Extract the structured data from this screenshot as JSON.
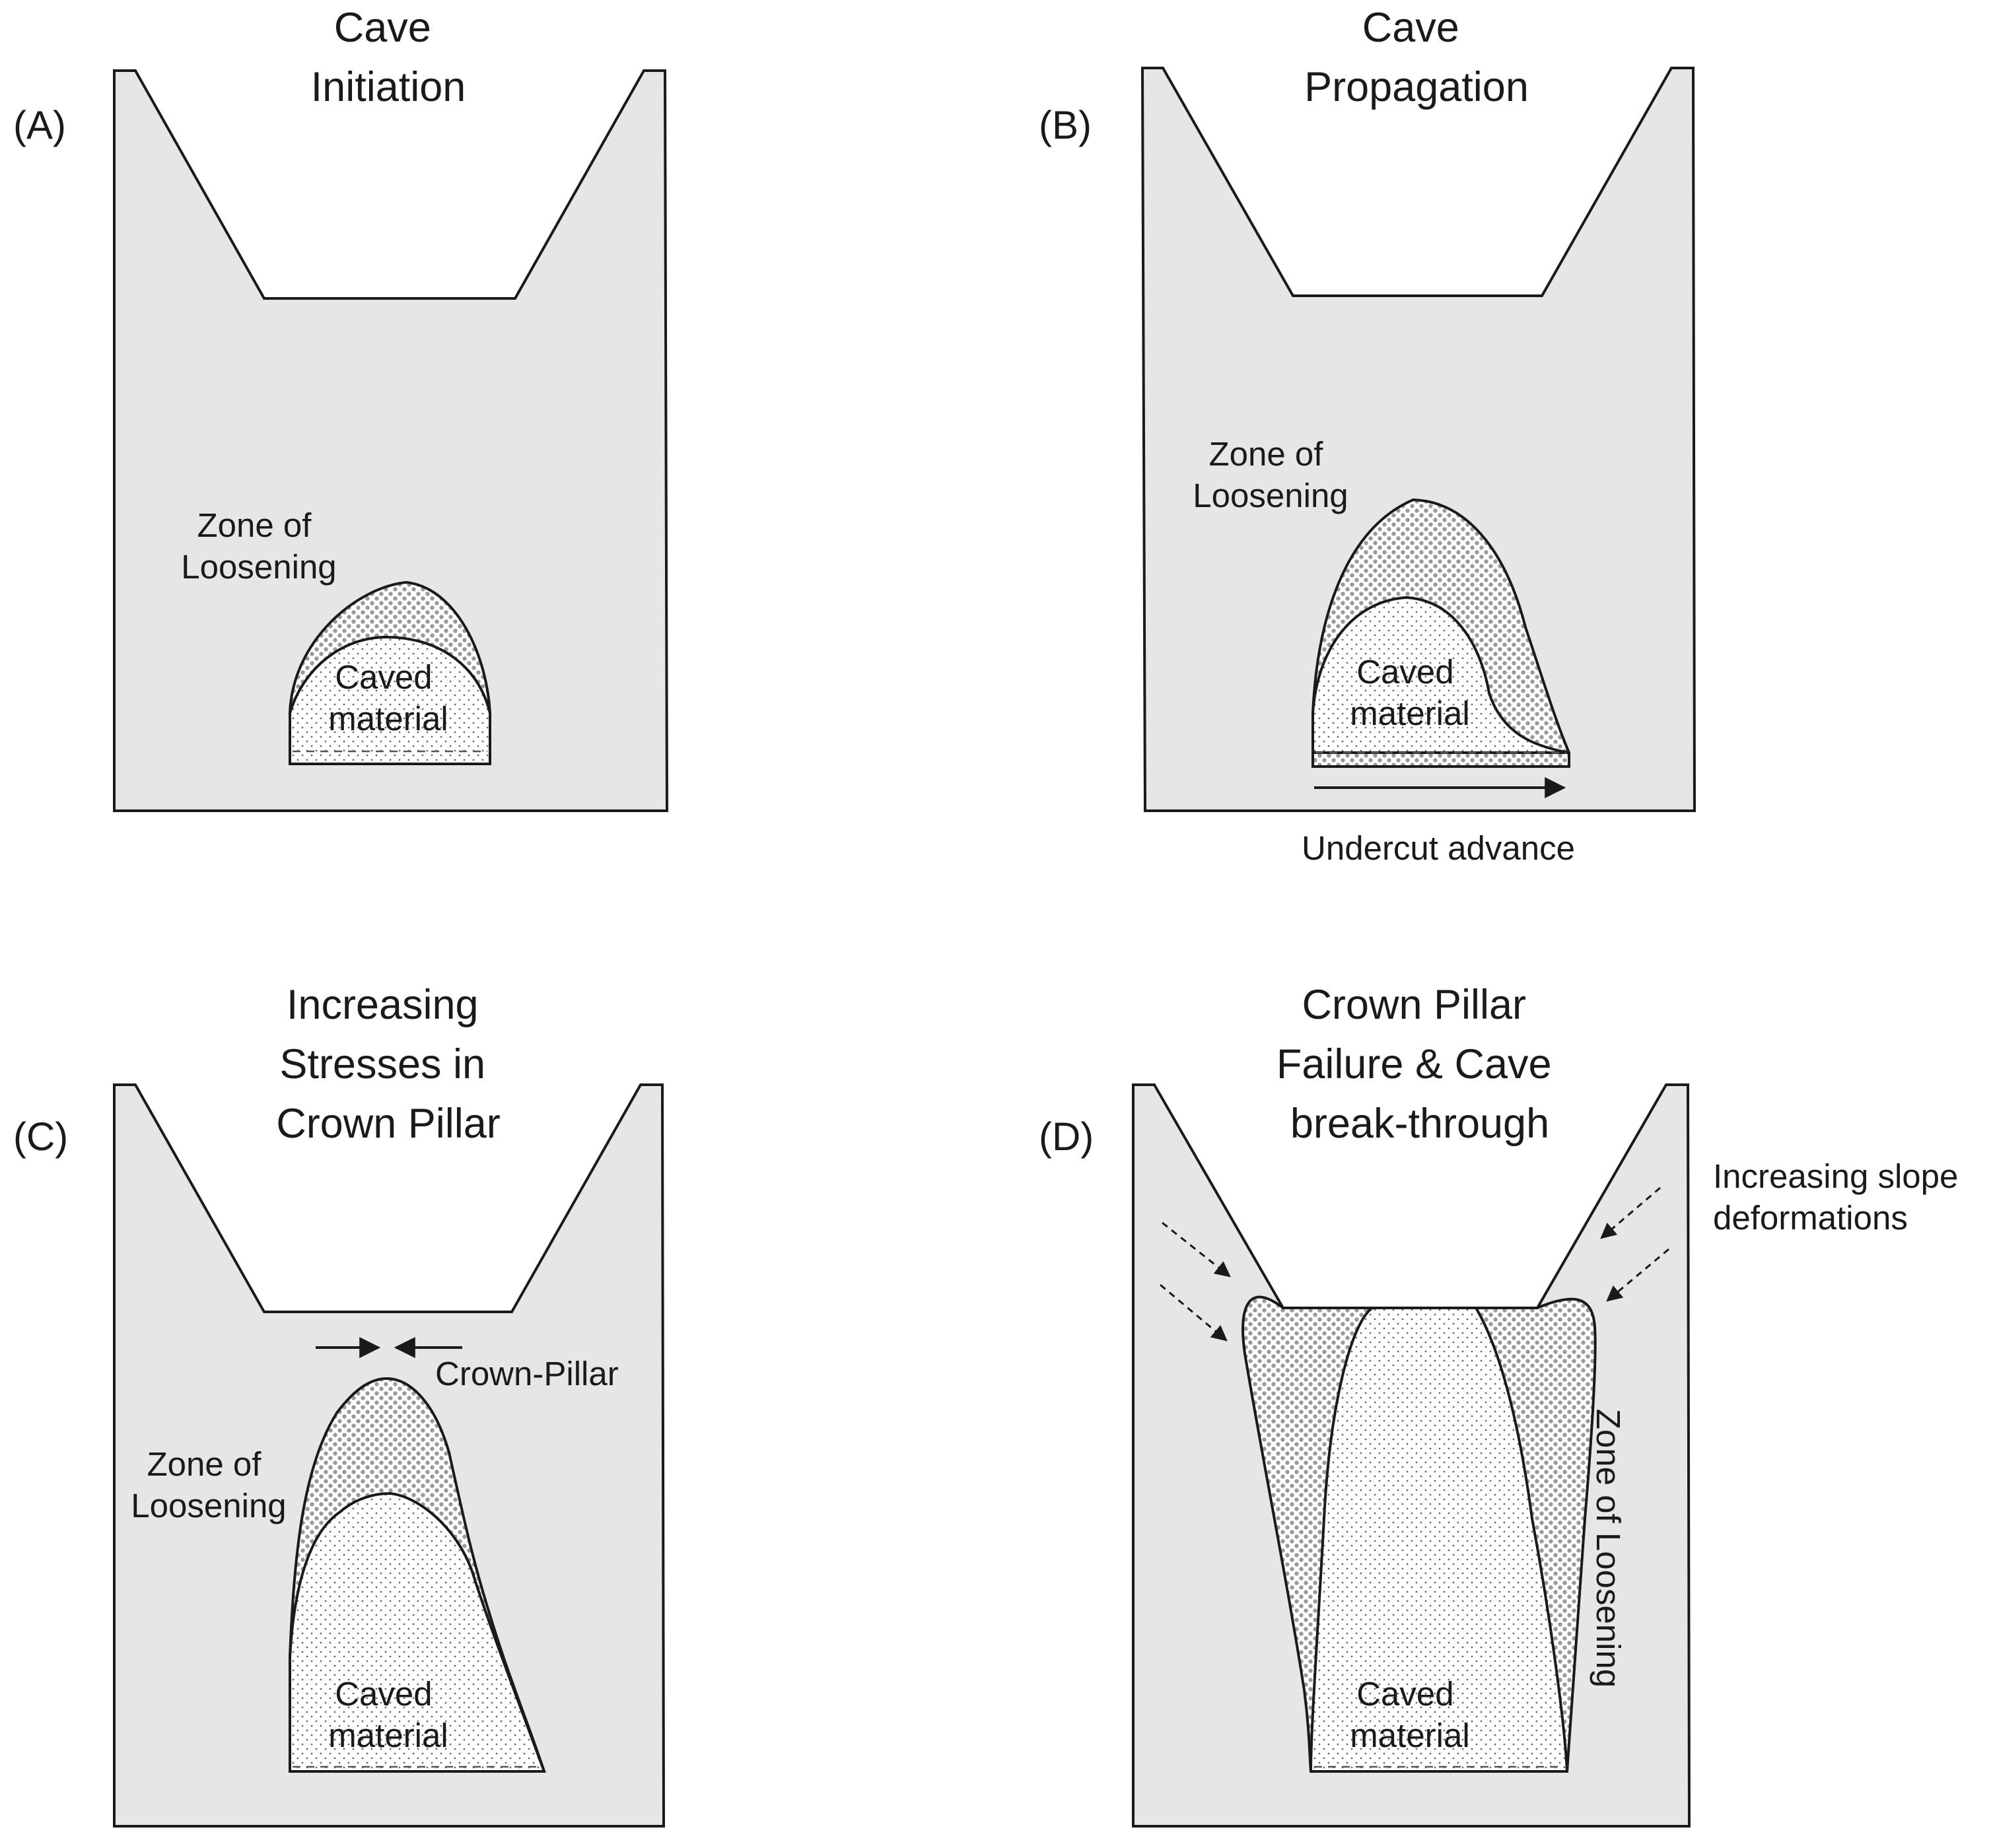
{
  "panels": [
    {
      "label": "(A)",
      "title_lines": [
        "Cave",
        "Initiation"
      ],
      "zone_label_lines": [
        "Zone of",
        "Loosening"
      ],
      "caved_label_lines": [
        "Caved",
        "material"
      ]
    },
    {
      "label": "(B)",
      "title_lines": [
        "Cave",
        "Propagation"
      ],
      "zone_label_lines": [
        "Zone of",
        "Loosening"
      ],
      "caved_label_lines": [
        "Caved",
        "material"
      ],
      "arrow_label": "Undercut advance"
    },
    {
      "label": "(C)",
      "title_lines": [
        "Increasing",
        "Stresses in",
        "Crown Pillar"
      ],
      "zone_label_lines": [
        "Zone of",
        "Loosening"
      ],
      "caved_label_lines": [
        "Caved",
        "material"
      ],
      "pillar_label": "Crown-Pillar"
    },
    {
      "label": "(D)",
      "title_lines": [
        "Crown Pillar",
        "Failure & Cave",
        "break-through"
      ],
      "zone_label": "Zone of Loosening",
      "caved_label_lines": [
        "Caved",
        "material"
      ],
      "deformation_label_lines": [
        "Increasing slope",
        "deformations"
      ]
    }
  ],
  "colors": {
    "rock": "#e6e6e6",
    "outline": "#1a1a1a",
    "loosening_dots": "#9a9a9a",
    "caved_dots": "#6a6a6a"
  }
}
